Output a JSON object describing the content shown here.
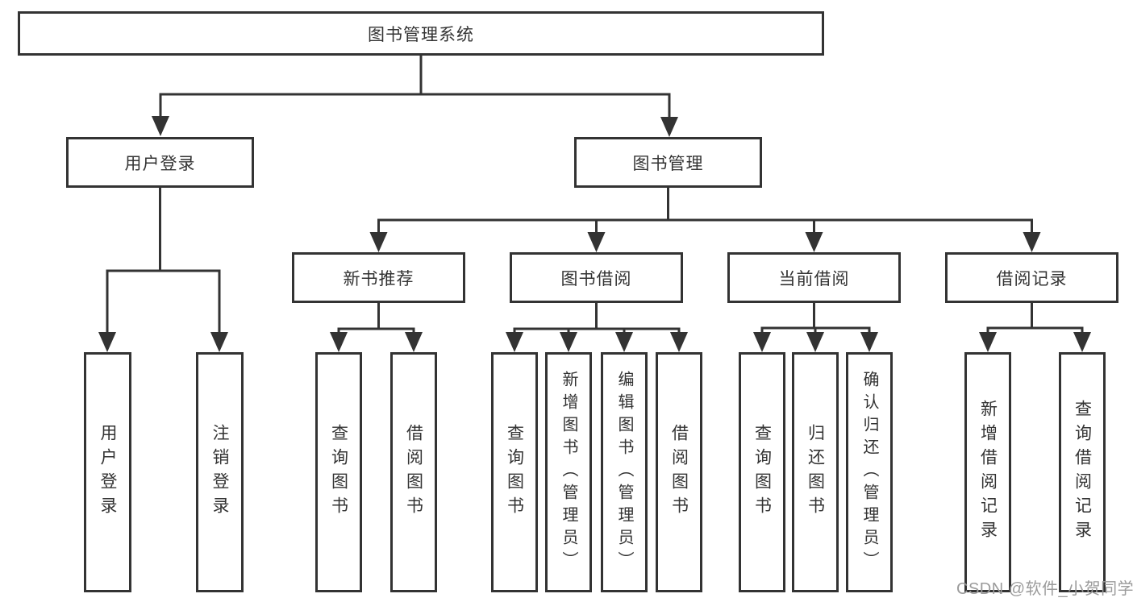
{
  "diagram": {
    "root": {
      "label": "图书管理系统"
    },
    "branches": [
      {
        "label": "用户登录",
        "children": [
          {
            "label": "用户登录"
          },
          {
            "label": "注销登录"
          }
        ]
      },
      {
        "label": "图书管理",
        "children": [
          {
            "label": "新书推荐",
            "children": [
              {
                "label": "查询图书"
              },
              {
                "label": "借阅图书"
              }
            ]
          },
          {
            "label": "图书借阅",
            "children": [
              {
                "label": "查询图书"
              },
              {
                "label": "新增图书（管理员）"
              },
              {
                "label": "编辑图书（管理员）"
              },
              {
                "label": "借阅图书"
              }
            ]
          },
          {
            "label": "当前借阅",
            "children": [
              {
                "label": "查询图书"
              },
              {
                "label": "归还图书"
              },
              {
                "label": "确认归还（管理员）"
              }
            ]
          },
          {
            "label": "借阅记录",
            "children": [
              {
                "label": "新增借阅记录"
              },
              {
                "label": "查询借阅记录"
              }
            ]
          }
        ]
      }
    ]
  },
  "watermark": {
    "text": "CSDN @软件_小贺同学"
  },
  "colors": {
    "line": "#333333",
    "box_border": "#333333",
    "text": "#333333",
    "watermark": "#9b9b9b",
    "background": "#ffffff"
  }
}
